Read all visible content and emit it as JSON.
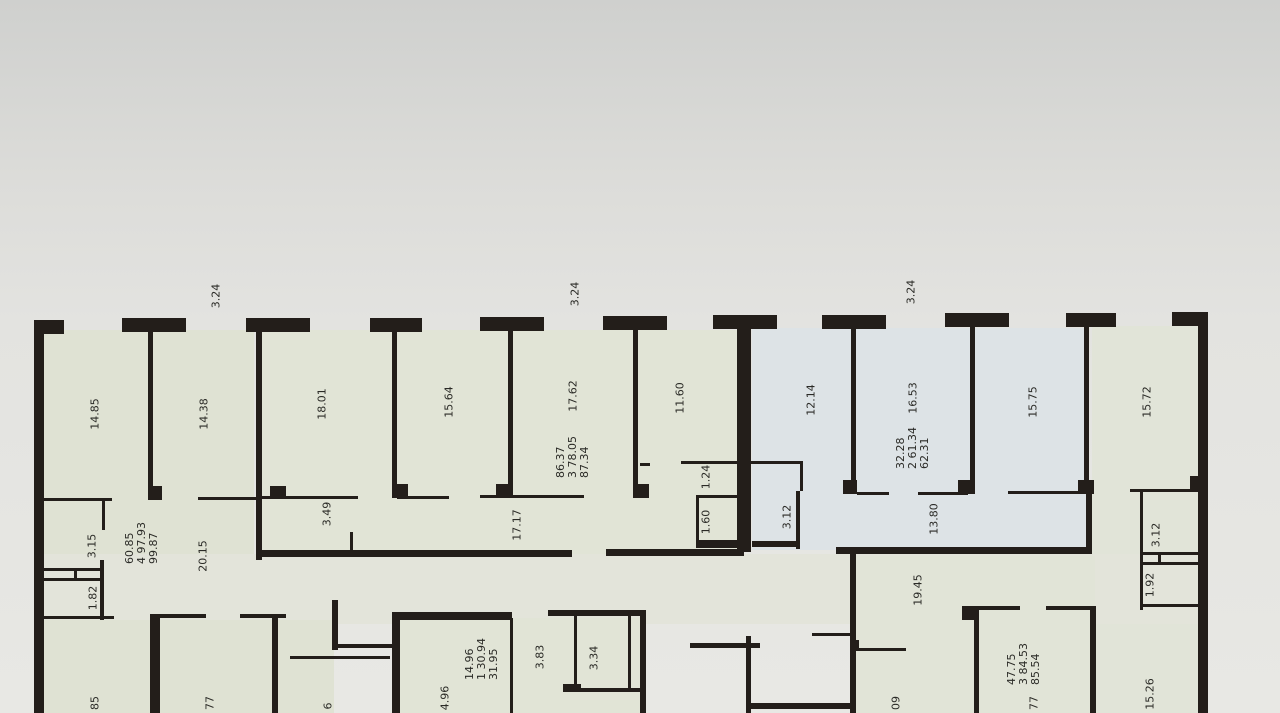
{
  "labels": {
    "span_top_1": "3.24",
    "span_top_2": "3.24",
    "span_top_3": "3.24",
    "r_14_85": "14.85",
    "r_14_38": "14.38",
    "r_18_01": "18.01",
    "r_15_64": "15.64",
    "r_17_62": "17.62",
    "r_11_60": "11.60",
    "r_12_14": "12.14",
    "r_16_53": "16.53",
    "r_15_75": "15.75",
    "r_15_72": "15.72",
    "r_3_15": "3.15",
    "r_1_82": "1.82",
    "r_20_15": "20.15",
    "r_3_49": "3.49",
    "r_17_17": "17.17",
    "r_1_24": "1.24",
    "r_1_60": "1.60",
    "r_3_12a": "3.12",
    "r_13_80": "13.80",
    "r_3_12b": "3.12",
    "r_1_92": "1.92",
    "r_19_45": "19.45",
    "r_3_83": "3.83",
    "r_3_34": "3.34",
    "r_4_96": "4.96",
    "r_15_26": "15.26",
    "cut_85": "85",
    "cut_77a": "77",
    "cut_6": "6",
    "cut_09": "09",
    "cut_77b": "77"
  },
  "apartments": [
    {
      "line1": "60.85",
      "line2": "4 97.93",
      "line3": "99.87"
    },
    {
      "line1": "86.37",
      "line2": "3 78.05",
      "line3": "87.34"
    },
    {
      "line1": "32.28",
      "line2": "2 61.34",
      "line3": "62.31"
    },
    {
      "line1": "14.96",
      "line2": "1 30.94",
      "line3": "31.95"
    },
    {
      "line1": "47.75",
      "line2": "3 84.53",
      "line3": "85.54"
    }
  ],
  "colors": {
    "wall": "#231e1a",
    "room_green": "#e0e3d6",
    "room_blue": "#dde3e6",
    "corridor": "#e2e3d9"
  }
}
